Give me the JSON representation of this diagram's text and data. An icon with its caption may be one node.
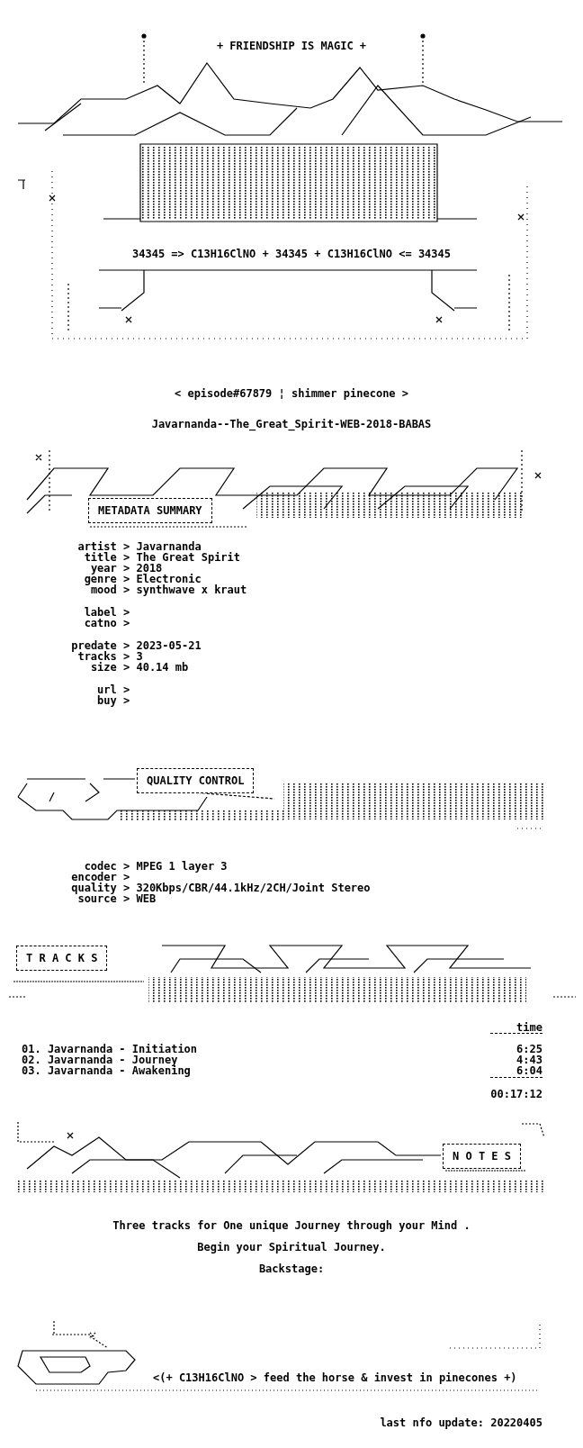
{
  "diagram": {
    "nodes": [
      {
        "text": [
          "METADATA SUMMARY"
        ]
      },
      {
        "text": [
          "QUALITY CONTROL"
        ]
      },
      {
        "text": [
          "T R A C K S"
        ]
      },
      {
        "text": [
          "N O T E S"
        ]
      }
    ],
    "labels": [
      "+ FRIENDSHIP IS MAGIC +",
      "34345 => C13H16ClNO + 34345 + C13H16ClNO <= 34345",
      "< episode#67879 ¦ shimmer pinecone >",
      "Javarnanda--The_Great_Spirit-WEB-2018-BABAS",
      "artist > Javarnanda",
      "title > The Great Spirit",
      "year > 2018",
      "genre > Electronic",
      "mood > synthwave x kraut",
      "label >",
      "catno >",
      "predate > 2023-05-21",
      "tracks > 3",
      "size > 40.14 mb",
      "url >",
      "buy >",
      "codec > MPEG 1 layer 3",
      "encoder >",
      "quality > 320Kbps/CBR/44.1kHz/2CH/Joint Stereo",
      "source > WEB",
      "time",
      "01. Javarnanda - Initiation",
      "6:25",
      "02. Javarnanda - Journey",
      "4:43",
      "03. Javarnanda - Awakening",
      "6:04",
      "00:17:12",
      "Three tracks for One unique Journey through your Mind .",
      "Begin your Spiritual Journey.",
      "Backstage:",
      "<(+ C13H16ClNO > feed the horse & invest in pinecones +)",
      "last nfo update: 20220405"
    ]
  }
}
